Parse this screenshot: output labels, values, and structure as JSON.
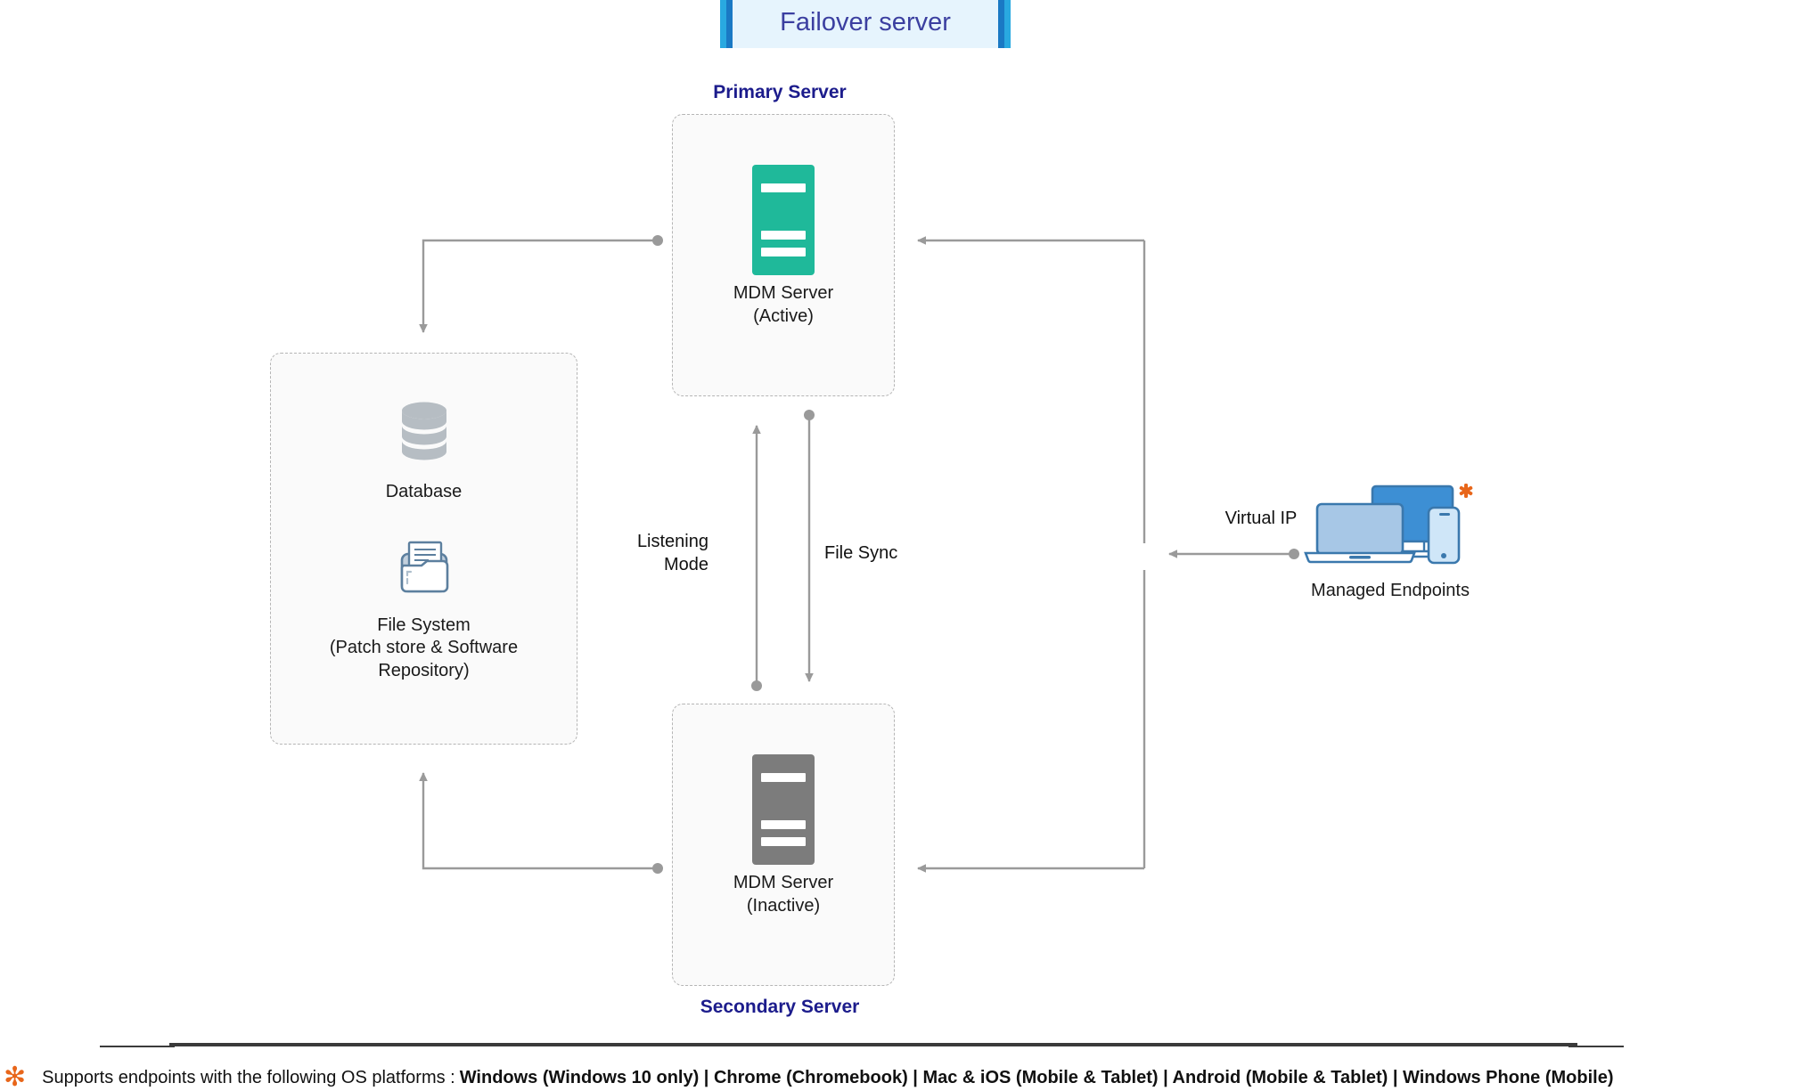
{
  "banner": {
    "title": "Failover server"
  },
  "headings": {
    "primary": "Primary Server",
    "secondary": "Secondary Server"
  },
  "nodes": {
    "primary_server": {
      "icon": "server-tower-icon",
      "caption": "MDM Server\n(Active)",
      "color": "#1fb99a"
    },
    "secondary_server": {
      "icon": "server-tower-icon",
      "caption": "MDM Server\n(Inactive)",
      "color": "#7c7c7c"
    },
    "database": {
      "icon": "database-cylinder-icon",
      "caption": "Database",
      "color": "#b0b7bd"
    },
    "file_system": {
      "icon": "folder-document-icon",
      "caption": "File System\n(Patch store & Software\nRepository)",
      "color": "#5c7f9e"
    },
    "managed_endpoints": {
      "icon": "devices-icon",
      "caption": "Managed Endpoints",
      "color": "#3d8fd4"
    }
  },
  "connectors": {
    "listening_mode": "Listening\nMode",
    "file_sync": "File Sync",
    "virtual_ip": "Virtual IP",
    "line_color": "#9a9a9a"
  },
  "footnote": {
    "marker": "✻",
    "marker_color": "#e8661a",
    "lead": "Supports endpoints with the following OS platforms :",
    "platforms": "Windows (Windows 10 only)  |  Chrome (Chromebook)  |  Mac & iOS (Mobile & Tablet)  |  Android (Mobile & Tablet)  |  Windows Phone (Mobile)"
  }
}
